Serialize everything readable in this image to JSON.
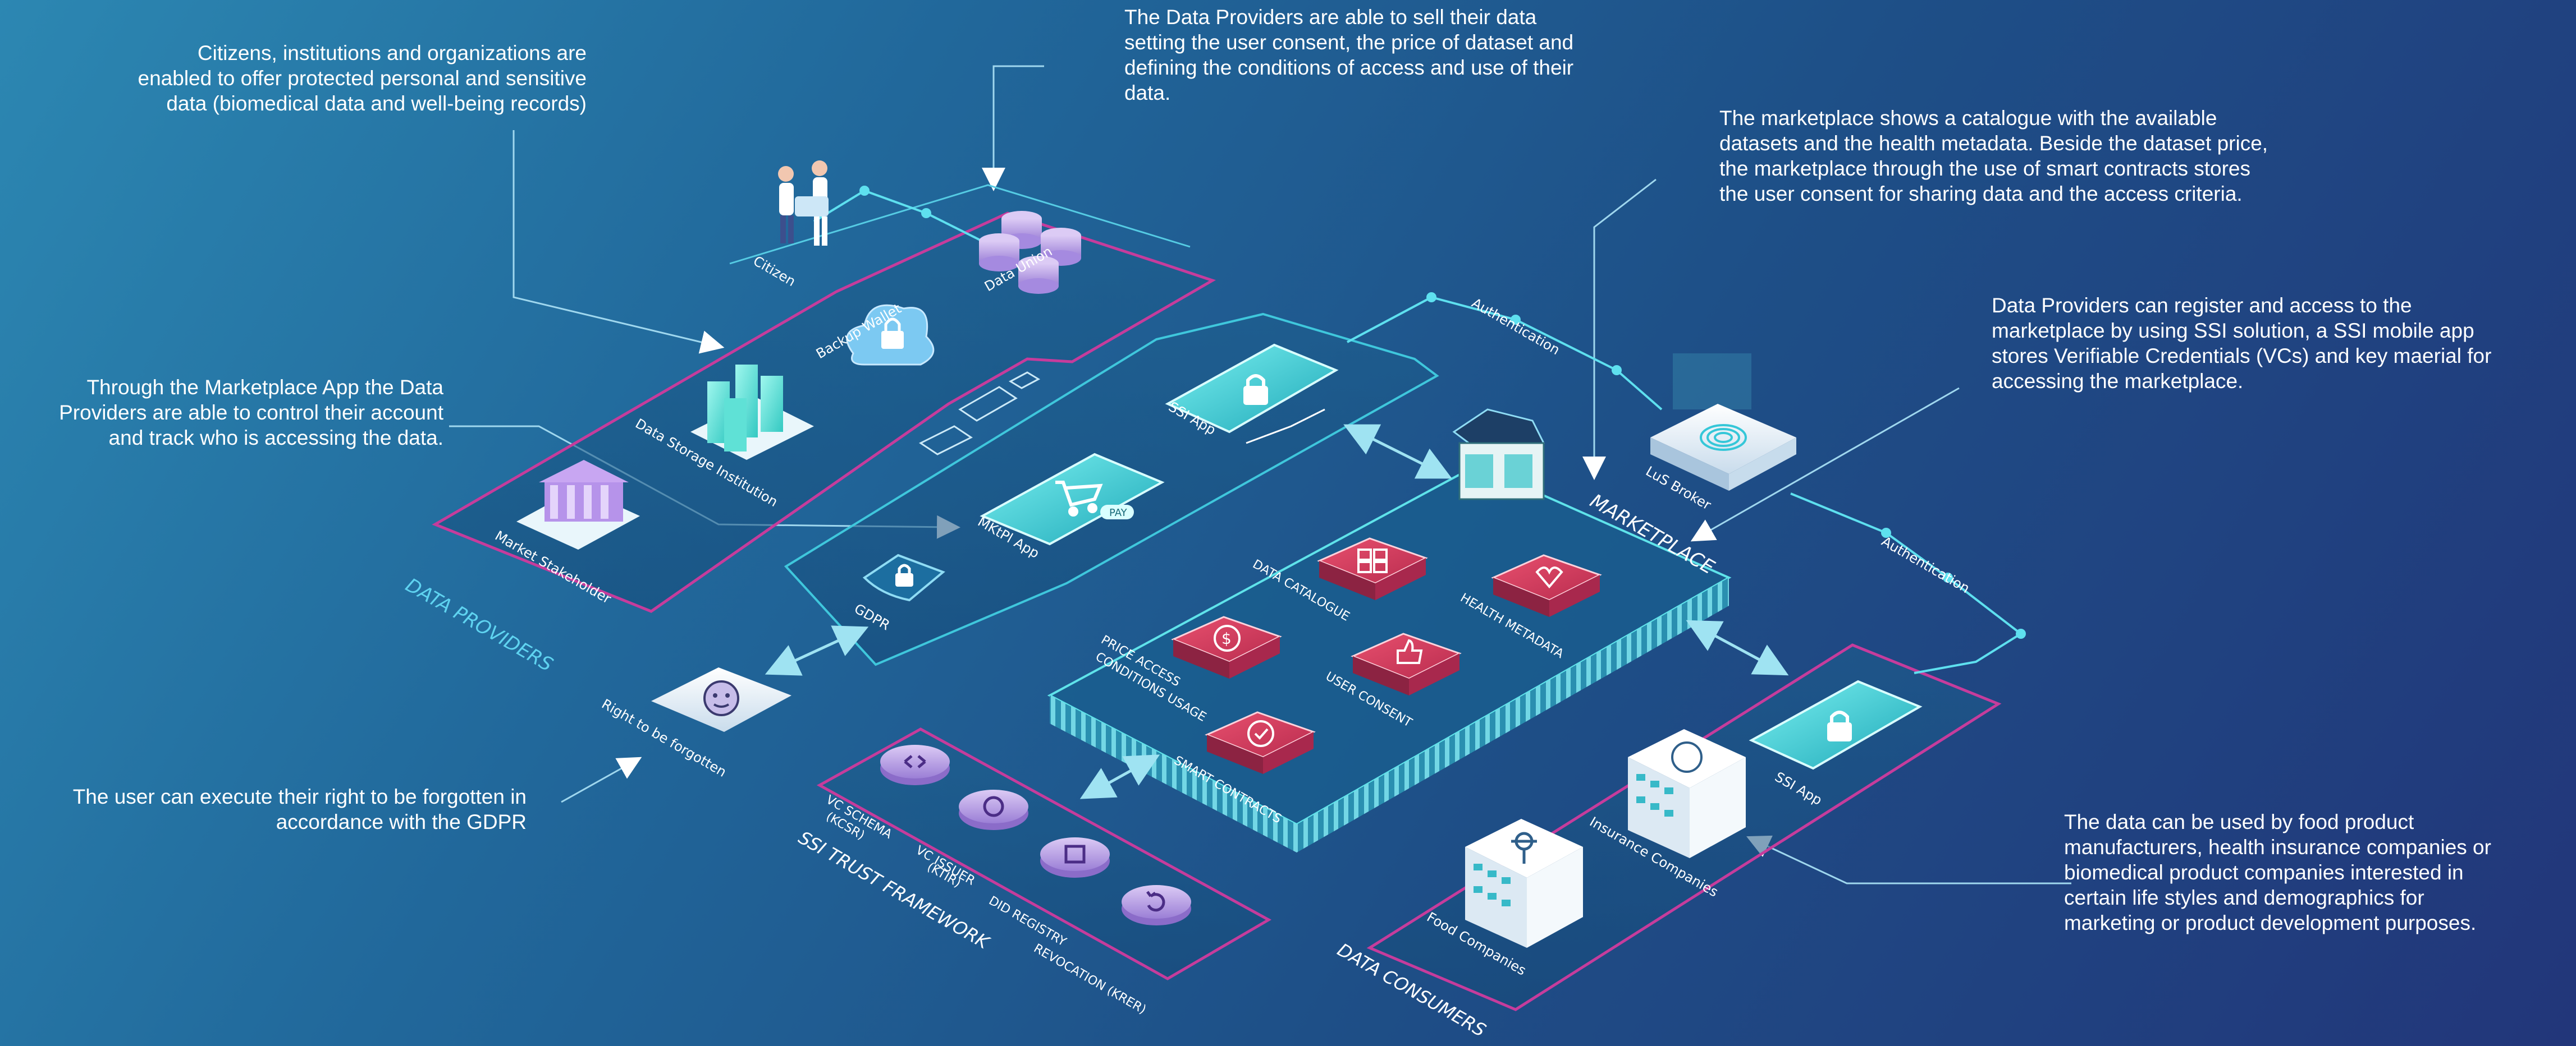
{
  "annotations": {
    "citizens": "Citizens, institutions and organizations are\nenabled to offer protected personal and sensitive\ndata (biomedical data and well-being records)",
    "sell": "The Data Providers are able to sell their data\nsetting the user consent, the price of dataset and\ndefining the conditions of access and use of their\ndata.",
    "marketplace_catalogue": "The marketplace shows a catalogue with the available\ndatasets and the health metadata. Beside the dataset price,\nthe marketplace through the use of smart contracts stores\nthe user consent for sharing data and the access criteria.",
    "ssi_register": "Data Providers can register and  access to the\nmarketplace by using SSI solution, a SSI mobile app\nstores Verifiable Credentials (VCs) and key maerial for\naccessing the marketplace.",
    "marketplace_app": "Through the Marketplace App the Data\nProviders are able to control their account\nand track who is accessing the data.",
    "forgotten": "The user can execute their right to be forgotten in\naccordance with the GDPR",
    "consumers": "The data can be used by food product\nmanufacturers, health insurance companies or\nbiomedical product companies interested in\ncertain life styles and demographics for\nmarketing or product development purposes."
  },
  "sections": {
    "data_providers": "DATA  PROVIDERS",
    "marketplace": "MARKETPLACE",
    "ssi_trust": "SSI TRUST FRAMEWORK",
    "data_consumers": "DATA CONSUMERS"
  },
  "nodes": {
    "citizen": "Citizen",
    "data_union": "Data Union",
    "backup_wallet": "Backup Wallet",
    "data_storage": "Data Storage Institution",
    "market_stakeholder": "Market Stakeholder",
    "ssi_app_top": "SSI App",
    "mktpl_app": "MKtPl App",
    "gdpr": "GDPR",
    "right_forgotten": "Right to be forgotten",
    "data_catalogue": "DATA CATALOGUE",
    "health_metadata": "HEALTH METADATA",
    "price_access_1": "PRICE ACCESS",
    "price_access_2": "CONDITIONS USAGE",
    "user_consent": "USER CONSENT",
    "smart_contracts": "SMART CONTRACTS",
    "lus_broker": "LuS Broker",
    "authentication_1": "Authentication",
    "authentication_2": "Authentication",
    "ssi_app_bottom": "SSI App",
    "insurance": "Insurance Companies",
    "food": "Food Companies",
    "vc_schema_1": "VC SCHEMA",
    "vc_schema_2": "(KCSR)",
    "vc_issuer_1": "VC ISSUER",
    "vc_issuer_2": "(KTIR)",
    "did_registry": "DID REGISTRY",
    "revocation": "REVOCATION (KRER)",
    "pay_badge": "PAY"
  },
  "colors": {
    "background_start": "#2c87b2",
    "background_end": "#22367a",
    "accent_cyan": "#5fe3ea",
    "accent_pink": "#c8338f",
    "accent_red": "#d93a57",
    "accent_purple": "#a58ae0"
  },
  "icons": [
    "citizen-group-icon",
    "database-icon",
    "cloud-lock-icon",
    "buildings-icon",
    "bank-icon",
    "phone-lock-icon",
    "shopping-cart-icon",
    "shield-lock-icon",
    "face-icon",
    "grid-icon",
    "health-icon",
    "dollar-icon",
    "thumbs-up-icon",
    "shield-check-icon",
    "fingerprint-icon",
    "code-icon",
    "seal-icon",
    "document-icon",
    "revoke-icon",
    "fork-knife-icon",
    "house-icon"
  ]
}
